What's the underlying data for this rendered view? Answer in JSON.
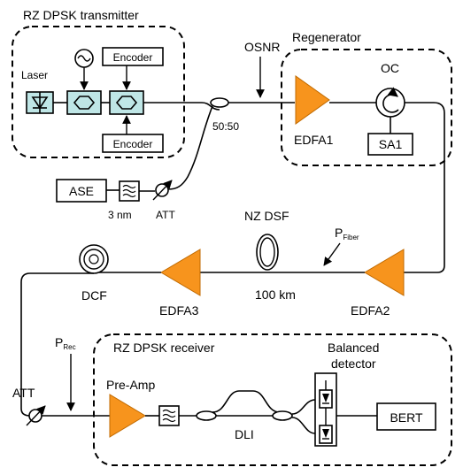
{
  "transmitter": {
    "title": "RZ DPSK transmitter",
    "laser": "Laser",
    "encoder_top": "Encoder",
    "encoder_bottom": "Encoder"
  },
  "coupler_label": "50:50",
  "osnr_label": "OSNR",
  "ase_label": "ASE",
  "filter_bw_label": "3 nm",
  "att_label": "ATT",
  "regenerator": {
    "title": "Regenerator",
    "edfa": "EDFA1",
    "oc": "OC",
    "sa": "SA1"
  },
  "link": {
    "fiber": "NZ DSF",
    "length": "100 km",
    "p_fiber": "P",
    "p_fiber_sub": "Fiber",
    "dcf": "DCF",
    "edfa3": "EDFA3",
    "edfa2": "EDFA2"
  },
  "receiver": {
    "title": "RZ DPSK receiver",
    "p_rec": "P",
    "p_rec_sub": "Rec",
    "att": "ATT",
    "preamp": "Pre-Amp",
    "dli": "DLI",
    "balanced_line1": "Balanced",
    "balanced_line2": "detector",
    "bert": "BERT"
  }
}
